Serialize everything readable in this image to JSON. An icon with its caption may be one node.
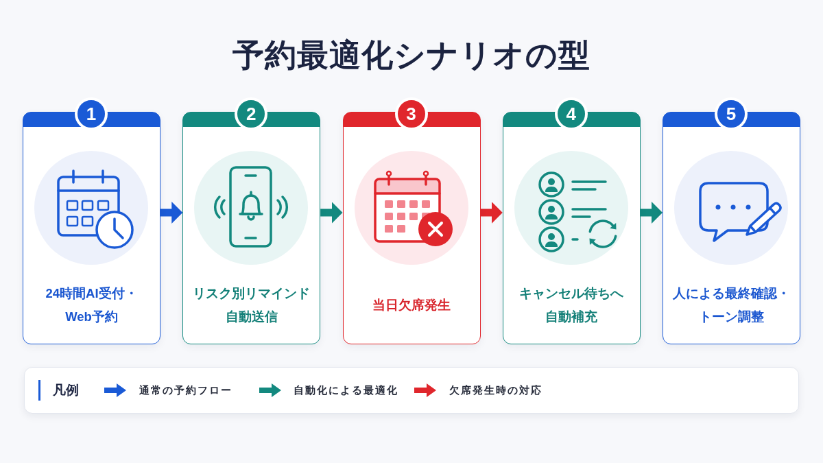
{
  "diagram": {
    "title": "予約最適化シナリオの型",
    "nodes": [
      {
        "text": [
          "1",
          "24時間AI受付・Web予約"
        ]
      },
      {
        "text": [
          "2",
          "リスク別リマインド自動送信"
        ]
      },
      {
        "text": [
          "3",
          "当日欠席発生"
        ]
      },
      {
        "text": [
          "4",
          "キャンセル待ちへ自動補充"
        ]
      },
      {
        "text": [
          "5",
          "人による最終確認・トーン調整"
        ]
      }
    ],
    "edges": [
      {
        "from": 0,
        "to": 1,
        "arrow": "to",
        "color": "#1a5ad6"
      },
      {
        "from": 1,
        "to": 2,
        "arrow": "to",
        "color": "#13897f"
      },
      {
        "from": 2,
        "to": 3,
        "arrow": "to",
        "color": "#e0262c"
      },
      {
        "from": 3,
        "to": 4,
        "arrow": "to",
        "color": "#13897f"
      }
    ],
    "labels": [
      "凡例"
    ],
    "legend": [
      {
        "text": "通常の予約フロー",
        "color": "#1a5ad6"
      },
      {
        "text": "自動化による最適化",
        "color": "#13897f"
      },
      {
        "text": "欠席発生時の対応",
        "color": "#e0262c"
      }
    ]
  }
}
